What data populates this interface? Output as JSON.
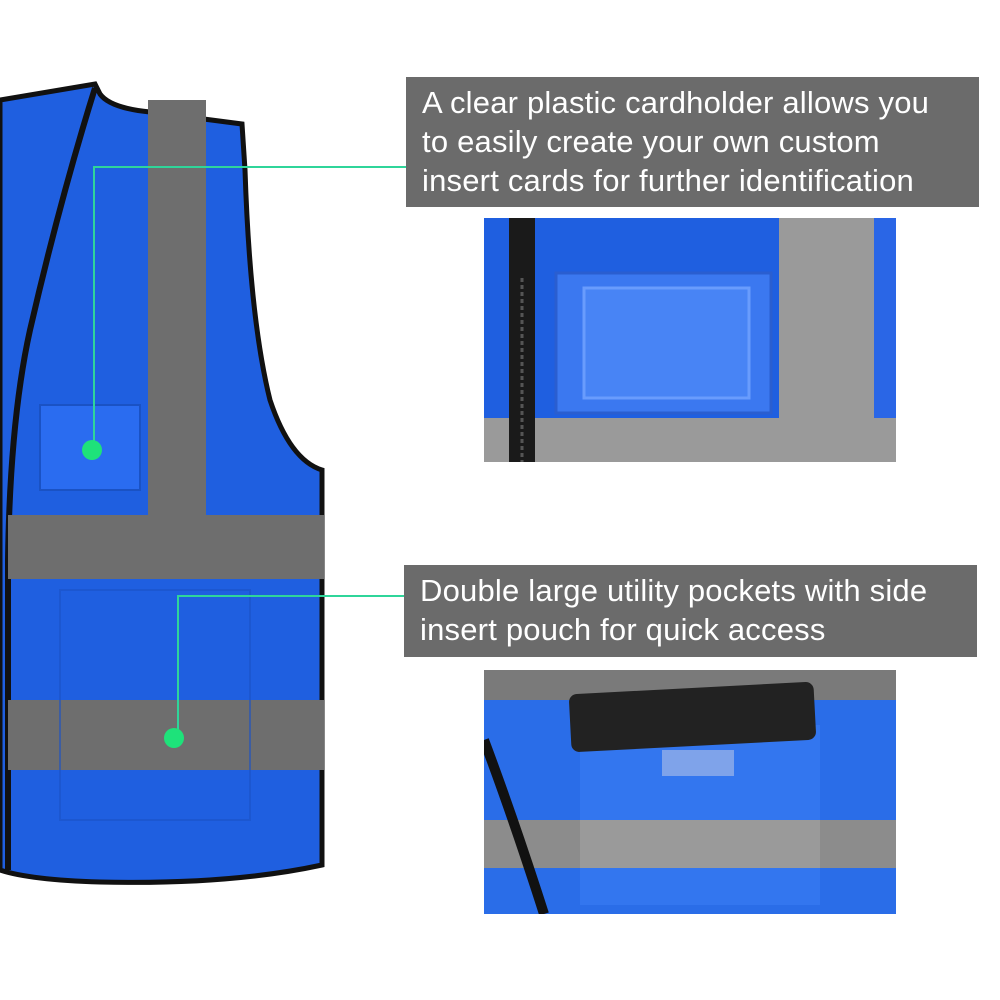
{
  "callouts": {
    "cardholder": {
      "text": "A clear plastic cardholder allows you to easily create your own custom insert cards for further identification"
    },
    "pockets": {
      "text": "Double large utility pockets with side insert pouch for quick access"
    }
  },
  "colors": {
    "vest_blue": "#1f5fe0",
    "reflective_stripe": "#6e6e6e",
    "caption_background": "#6b6b6b",
    "caption_text": "#ffffff",
    "callout_line": "#2fd59a",
    "callout_dot": "#1ee27a",
    "binding": "#111111"
  },
  "icons": {
    "cardholder_marker": "dot",
    "pocket_marker": "dot"
  }
}
